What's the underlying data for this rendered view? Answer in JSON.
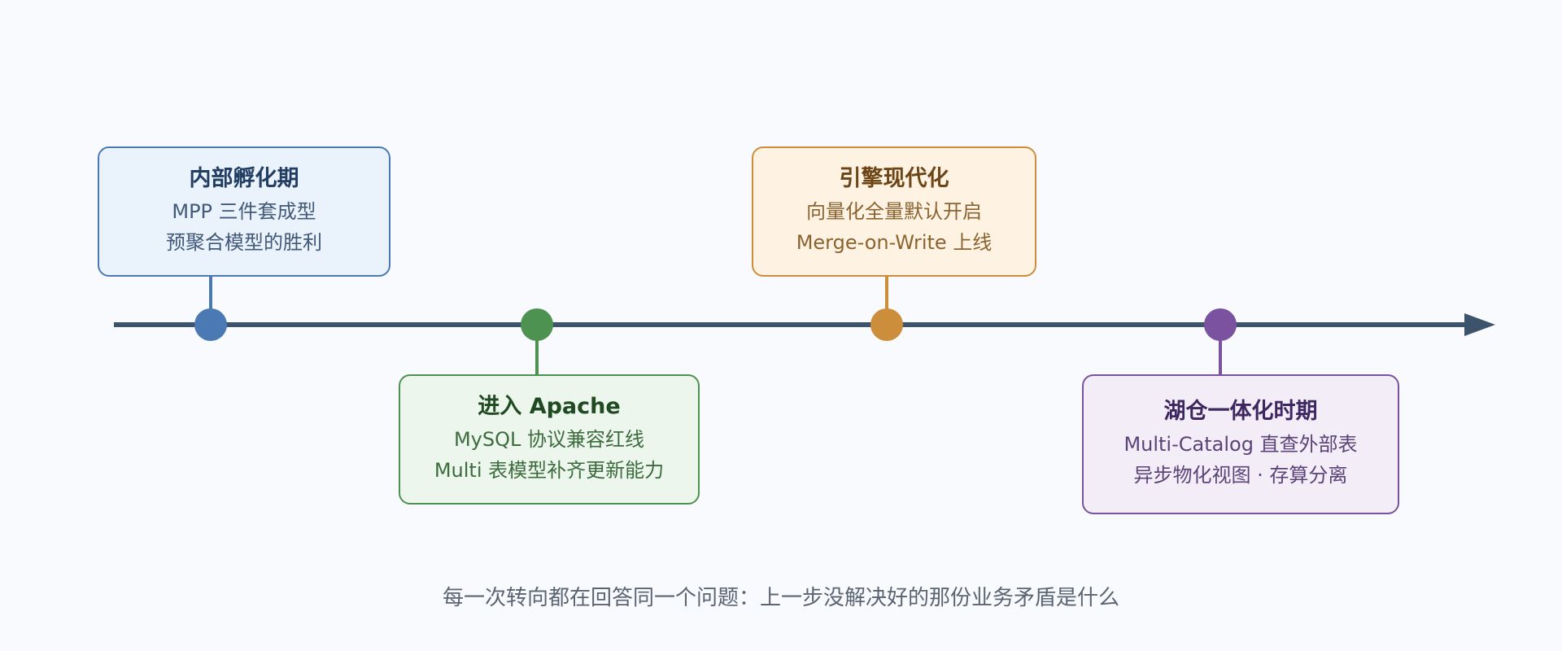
{
  "timeline": {
    "line_color": "#3d526b",
    "milestones": [
      {
        "title": "内部孵化期",
        "lines": [
          "MPP 三件套成型",
          "预聚合模型的胜利"
        ],
        "color": "#4a79b4"
      },
      {
        "title": "进入 Apache",
        "lines": [
          "MySQL 协议兼容红线",
          "Multi 表模型补齐更新能力"
        ],
        "color": "#4e9251"
      },
      {
        "title": "引擎现代化",
        "lines": [
          "向量化全量默认开启",
          "Merge-on-Write 上线"
        ],
        "color": "#cd8e3b"
      },
      {
        "title": "湖仓一体化时期",
        "lines": [
          "Multi-Catalog 直查外部表",
          "异步物化视图 · 存算分离"
        ],
        "color": "#7a52a0"
      }
    ]
  },
  "footer": {
    "caption": "每一次转向都在回答同一个问题：上一步没解决好的那份业务矛盾是什么"
  }
}
